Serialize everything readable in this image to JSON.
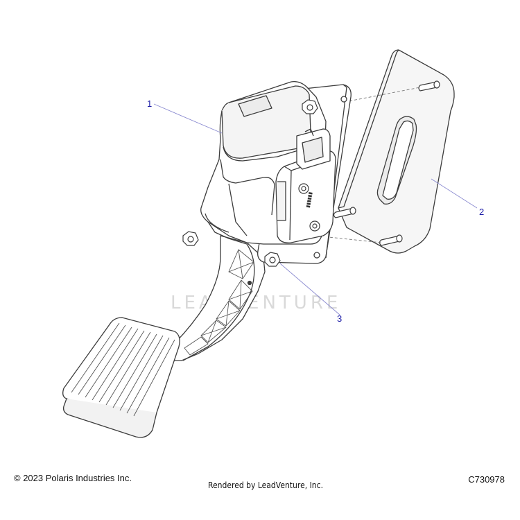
{
  "diagram": {
    "callouts": [
      {
        "id": "1",
        "label": "1"
      },
      {
        "id": "2",
        "label": "2"
      },
      {
        "id": "3",
        "label": "3"
      }
    ],
    "watermark": "LEADVENTURE",
    "colors": {
      "line": "#3c3c3c",
      "callout_text": "#1a1aa6",
      "callout_leader": "#8a8ad0",
      "fill": "#ffffff",
      "shade": "#ececec",
      "watermark": "#d9d9d9"
    }
  },
  "footer": {
    "copyright": "© 2023 Polaris Industries Inc.",
    "rendered_by": "Rendered by LeadVenture, Inc.",
    "diagram_id": "C730978"
  }
}
